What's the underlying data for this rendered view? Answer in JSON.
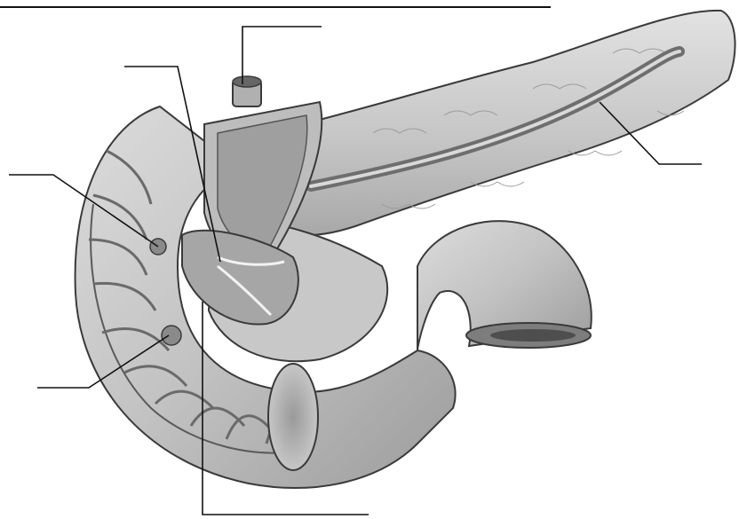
{
  "figure": {
    "description_visible_text": "",
    "labels": [
      {
        "id": "label-bile-duct",
        "text": ""
      },
      {
        "id": "label-pancreatic-duct-junction",
        "text": ""
      },
      {
        "id": "label-pancreatic-duct",
        "text": ""
      },
      {
        "id": "label-minor-papilla",
        "text": ""
      },
      {
        "id": "label-major-papilla",
        "text": ""
      },
      {
        "id": "label-duodenum-wall",
        "text": ""
      }
    ],
    "colors": {
      "tissue_light": "#d8d8d8",
      "tissue_mid": "#b4b4b4",
      "tissue_dark": "#7a7a7a",
      "outline": "#3a3a3a",
      "leader": "#111111"
    }
  }
}
